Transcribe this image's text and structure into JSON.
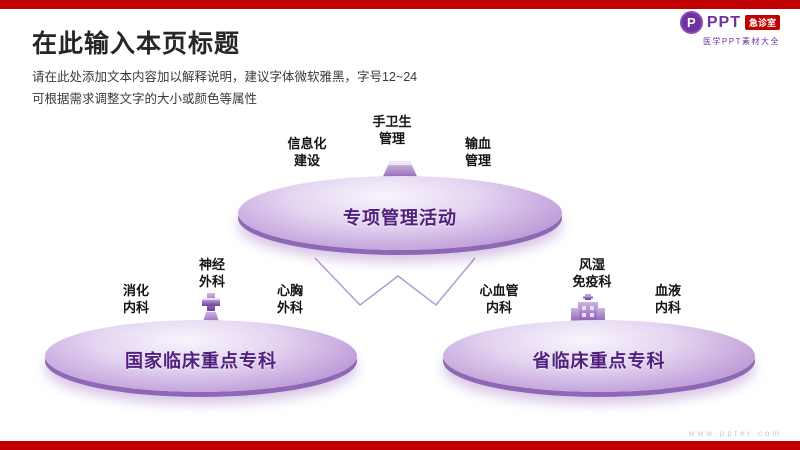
{
  "page": {
    "title": "在此输入本页标题",
    "subtitle1": "请在此处添加文本内容加以解释说明，建议字体微软雅黑，字号12~24",
    "subtitle2": "可根据需求调整文字的大小或颜色等属性",
    "footer_url": "www.ppter.com"
  },
  "logo": {
    "monogram": "P",
    "brand": "PPT",
    "badge": "急诊室",
    "tagline": "医学PPT素材大全"
  },
  "colors": {
    "accent_red": "#C00000",
    "accent_purple": "#7030A0",
    "ellipse_rim": "#8e68b4"
  },
  "groups": [
    {
      "label": "专项管理活动",
      "icon": "podium-icon",
      "items": [
        "信息化\n建设",
        "手卫生\n管理",
        "输血\n管理"
      ]
    },
    {
      "label": "国家临床重点专科",
      "icon": "medical-cross-column-icon",
      "items": [
        "消化\n内科",
        "神经\n外科",
        "心胸\n外科"
      ]
    },
    {
      "label": "省临床重点专科",
      "icon": "hospital-building-icon",
      "items": [
        "心血管\n内科",
        "风湿\n免疫科",
        "血液\n内科"
      ]
    }
  ]
}
